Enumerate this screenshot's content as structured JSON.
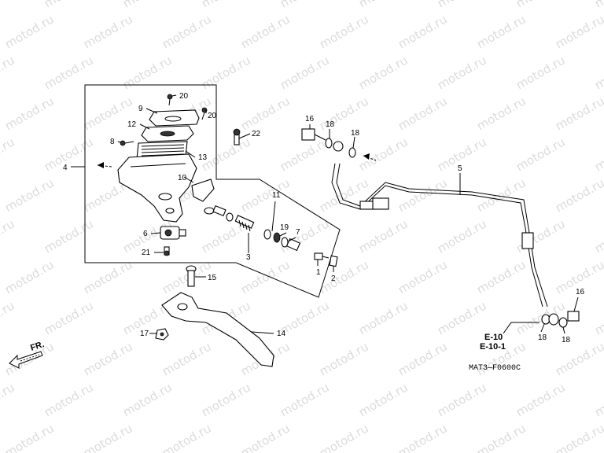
{
  "watermark": "motod.ru",
  "diagram_code": "MAT3—F0600C",
  "direction_label": "FR.",
  "references": [
    "E-10",
    "E-10-1"
  ],
  "callouts": {
    "c1": "1",
    "c2": "2",
    "c3": "3",
    "c4": "4",
    "c5": "5",
    "c6": "6",
    "c7": "7",
    "c8": "8",
    "c9": "9",
    "c10": "10",
    "c11": "11",
    "c12": "12",
    "c13": "13",
    "c14": "14",
    "c15": "15",
    "c16a": "16",
    "c16b": "16",
    "c17": "17",
    "c18a": "18",
    "c18b": "18",
    "c18c": "18",
    "c18d": "18",
    "c19": "19",
    "c20a": "20",
    "c20b": "20",
    "c21": "21",
    "c22": "22"
  }
}
